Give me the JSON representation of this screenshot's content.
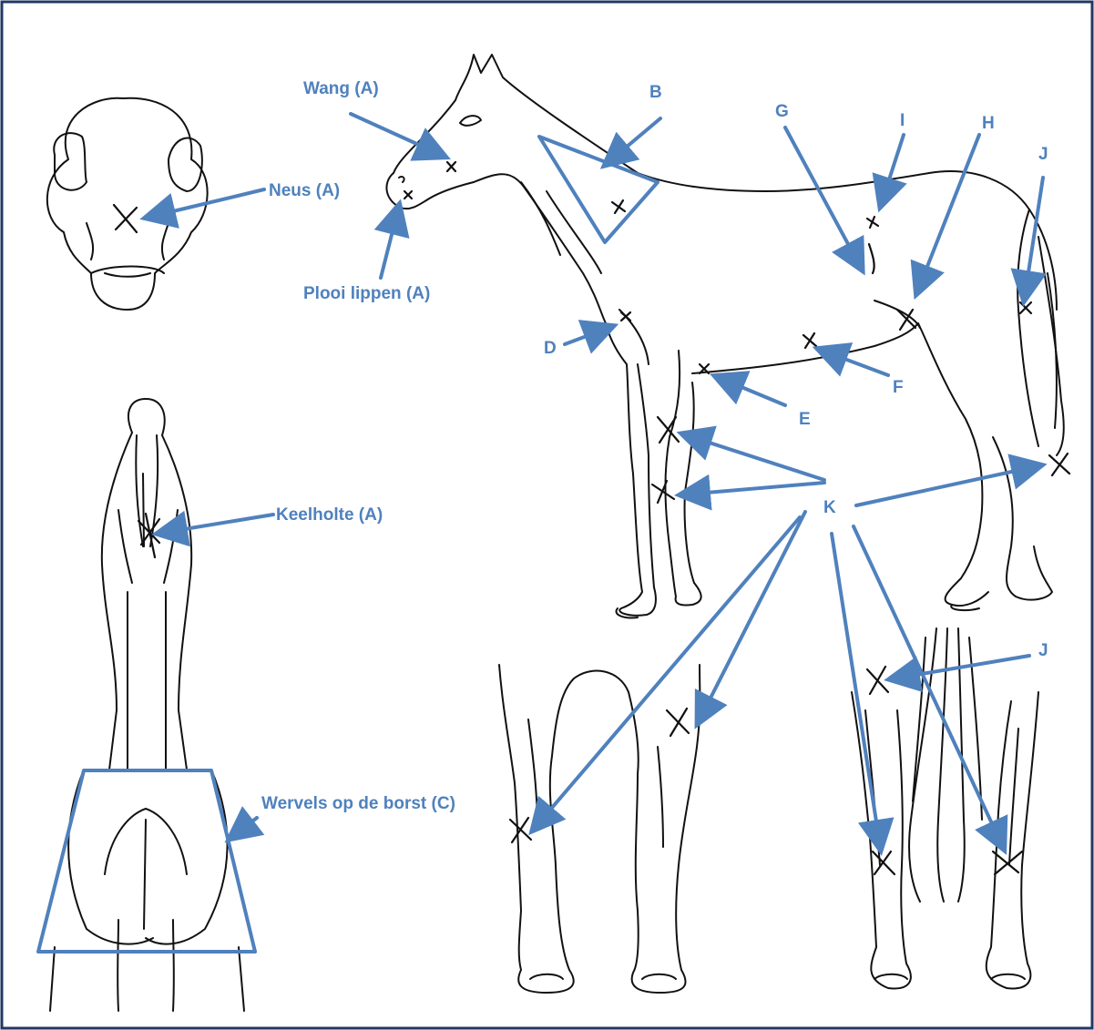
{
  "frame_color": "#1f3864",
  "label_color": "#4f81bd",
  "labels": {
    "wang": "Wang (A)",
    "neus": "Neus (A)",
    "plooi": "Plooi lippen (A)",
    "keelholte": "Keelholte (A)",
    "wervels": "Wervels op de borst (C)",
    "b": "B",
    "d": "D",
    "e": "E",
    "f": "F",
    "g": "G",
    "h": "H",
    "i": "I",
    "j_top": "J",
    "j_bottom": "J",
    "k": "K"
  },
  "icons": [
    "muzzle-front-drawing",
    "neck-front-drawing",
    "horse-side-drawing",
    "front-legs-drawing",
    "hind-legs-drawing"
  ]
}
